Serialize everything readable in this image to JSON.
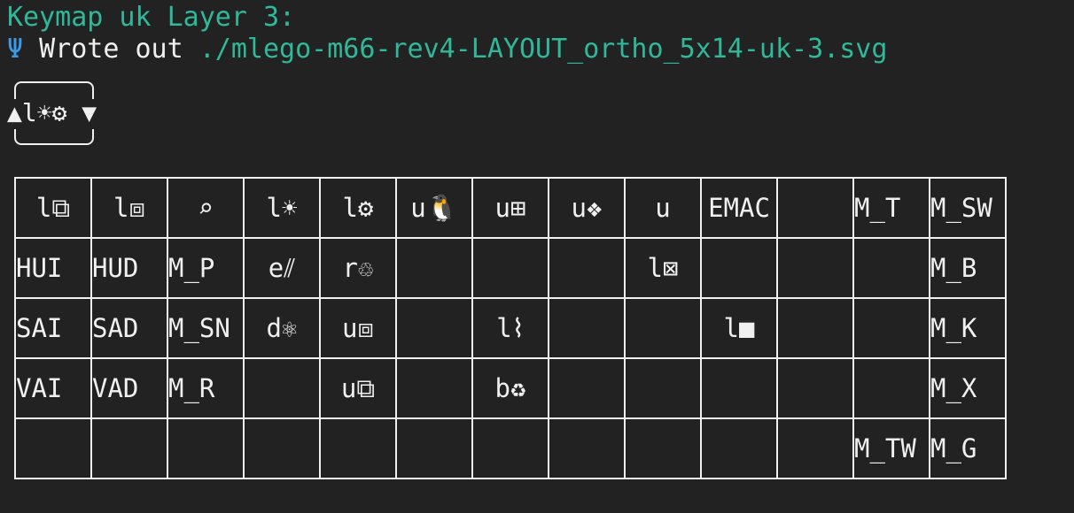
{
  "terminal": {
    "line1": "Keymap uk Layer 3:",
    "line2_prefix_glyph": "Ψ",
    "line2_text": " Wrote out ",
    "line2_path": "./mlego-m66-rev4-LAYOUT_ortho_5x14-uk-3.svg"
  },
  "layer_indicator": "▲l☀⚙ ▼",
  "keymap": {
    "rows": [
      [
        "l⧉",
        "l⧈",
        "⌕",
        "l☀",
        "l⚙",
        "u🐧",
        "u⊞",
        "u❖",
        "u",
        "EMAC",
        "",
        "M_T",
        "M_SW"
      ],
      [
        "HUI",
        "HUD",
        "M_P",
        "e⫽",
        "r♲",
        "",
        "",
        "",
        "l⊠",
        "",
        "",
        "M_B"
      ],
      [
        "SAI",
        "SAD",
        "M_SN",
        "d⚛",
        "u⧈",
        "",
        "l⌇",
        "",
        "",
        "l■",
        "",
        "M_K"
      ],
      [
        "VAI",
        "VAD",
        "M_R",
        "",
        "u⧉",
        "",
        "b♻",
        "",
        "",
        "",
        "",
        "M_X"
      ],
      [
        "",
        "",
        "",
        "",
        "",
        "",
        "",
        "",
        "",
        "",
        "M_TW",
        "M_G"
      ]
    ]
  },
  "colors": {
    "background": "#222222",
    "teal": "#2fb89a",
    "blue": "#3c9be6",
    "foreground": "#f0f0f0"
  }
}
